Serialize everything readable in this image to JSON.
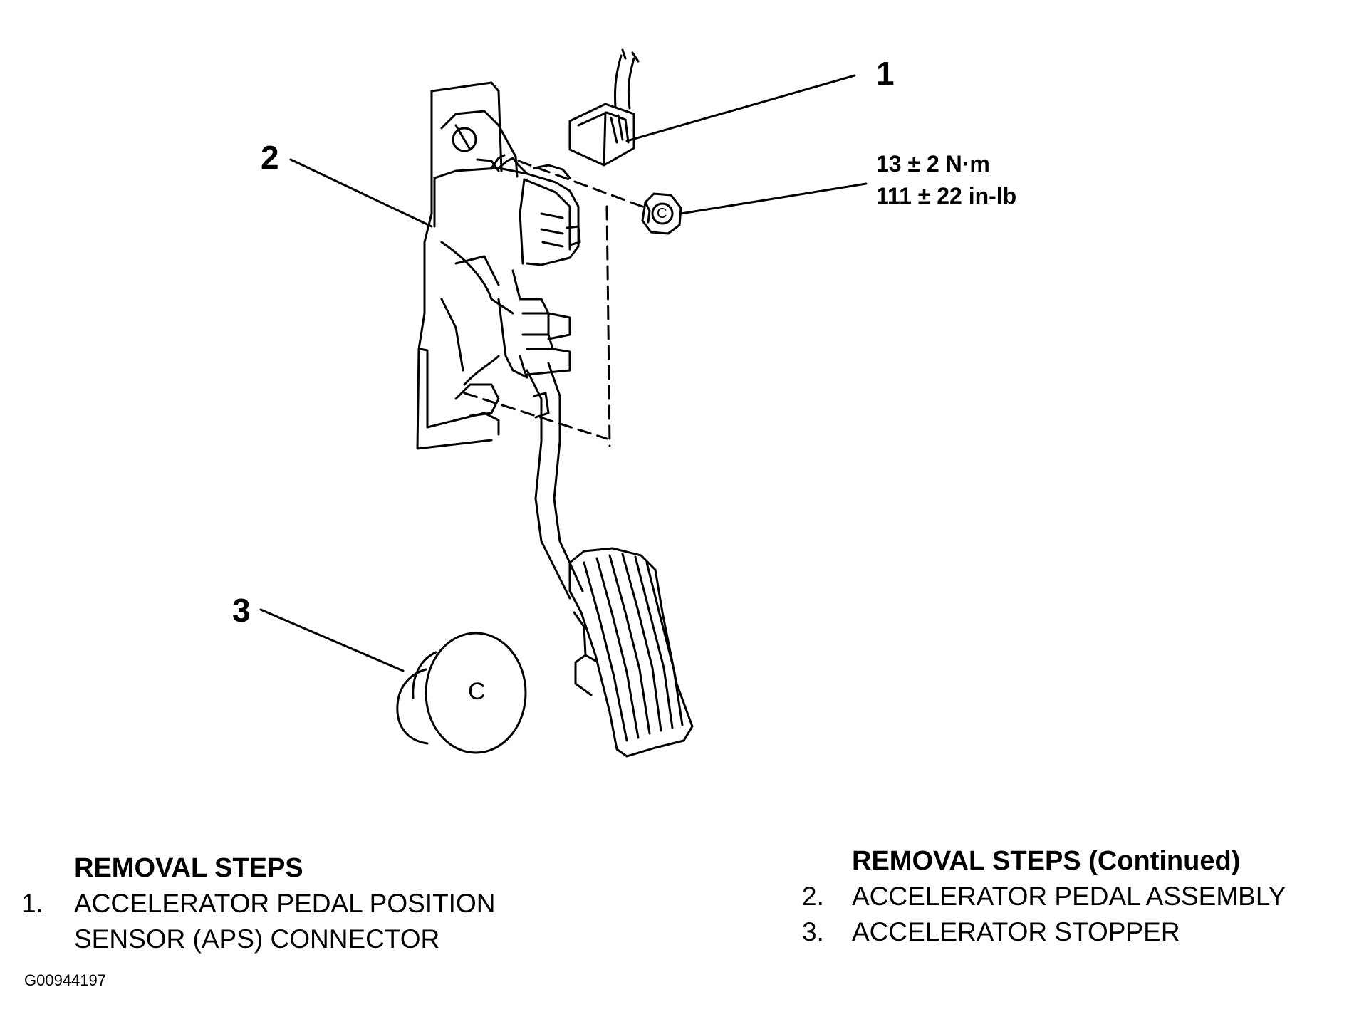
{
  "diagram": {
    "callouts": [
      "1",
      "2",
      "3"
    ],
    "torque": {
      "metric": "13 ± 2 N·m",
      "imperial": "111 ± 22 in-lb"
    },
    "stopper_mark": "C",
    "nut_mark": "C"
  },
  "removal_steps": {
    "left": {
      "title": "REMOVAL STEPS",
      "items": [
        {
          "number": "1.",
          "line1": "ACCELERATOR PEDAL POSITION",
          "line2": "SENSOR (APS) CONNECTOR"
        }
      ]
    },
    "right": {
      "title": "REMOVAL STEPS (Continued)",
      "items": [
        {
          "number": "2.",
          "text": "ACCELERATOR PEDAL ASSEMBLY"
        },
        {
          "number": "3.",
          "text": "ACCELERATOR STOPPER"
        }
      ]
    }
  },
  "figure_id": "G00944197"
}
